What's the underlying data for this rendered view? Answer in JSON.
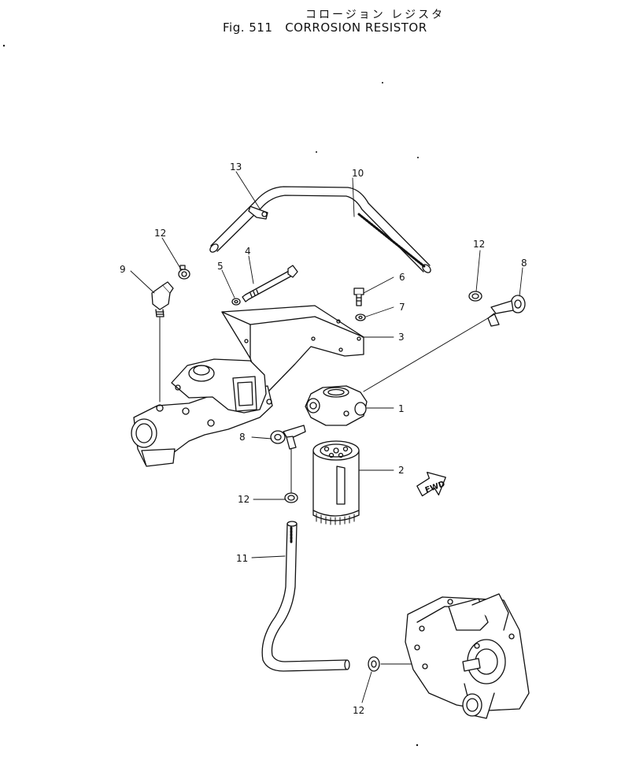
{
  "header": {
    "title_jp": "コロージョン レジスタ",
    "title_en": "Fig. 511   CORROSION RESISTOR"
  },
  "callouts": {
    "c1": "1",
    "c2": "2",
    "c3": "3",
    "c4": "4",
    "c5": "5",
    "c6": "6",
    "c7": "7",
    "c8a": "8",
    "c8b": "8",
    "c9": "9",
    "c10": "10",
    "c11": "11",
    "c12a": "12",
    "c12b": "12",
    "c12c": "12",
    "c12d": "12",
    "c13": "13"
  },
  "fwd_label": "FWD"
}
